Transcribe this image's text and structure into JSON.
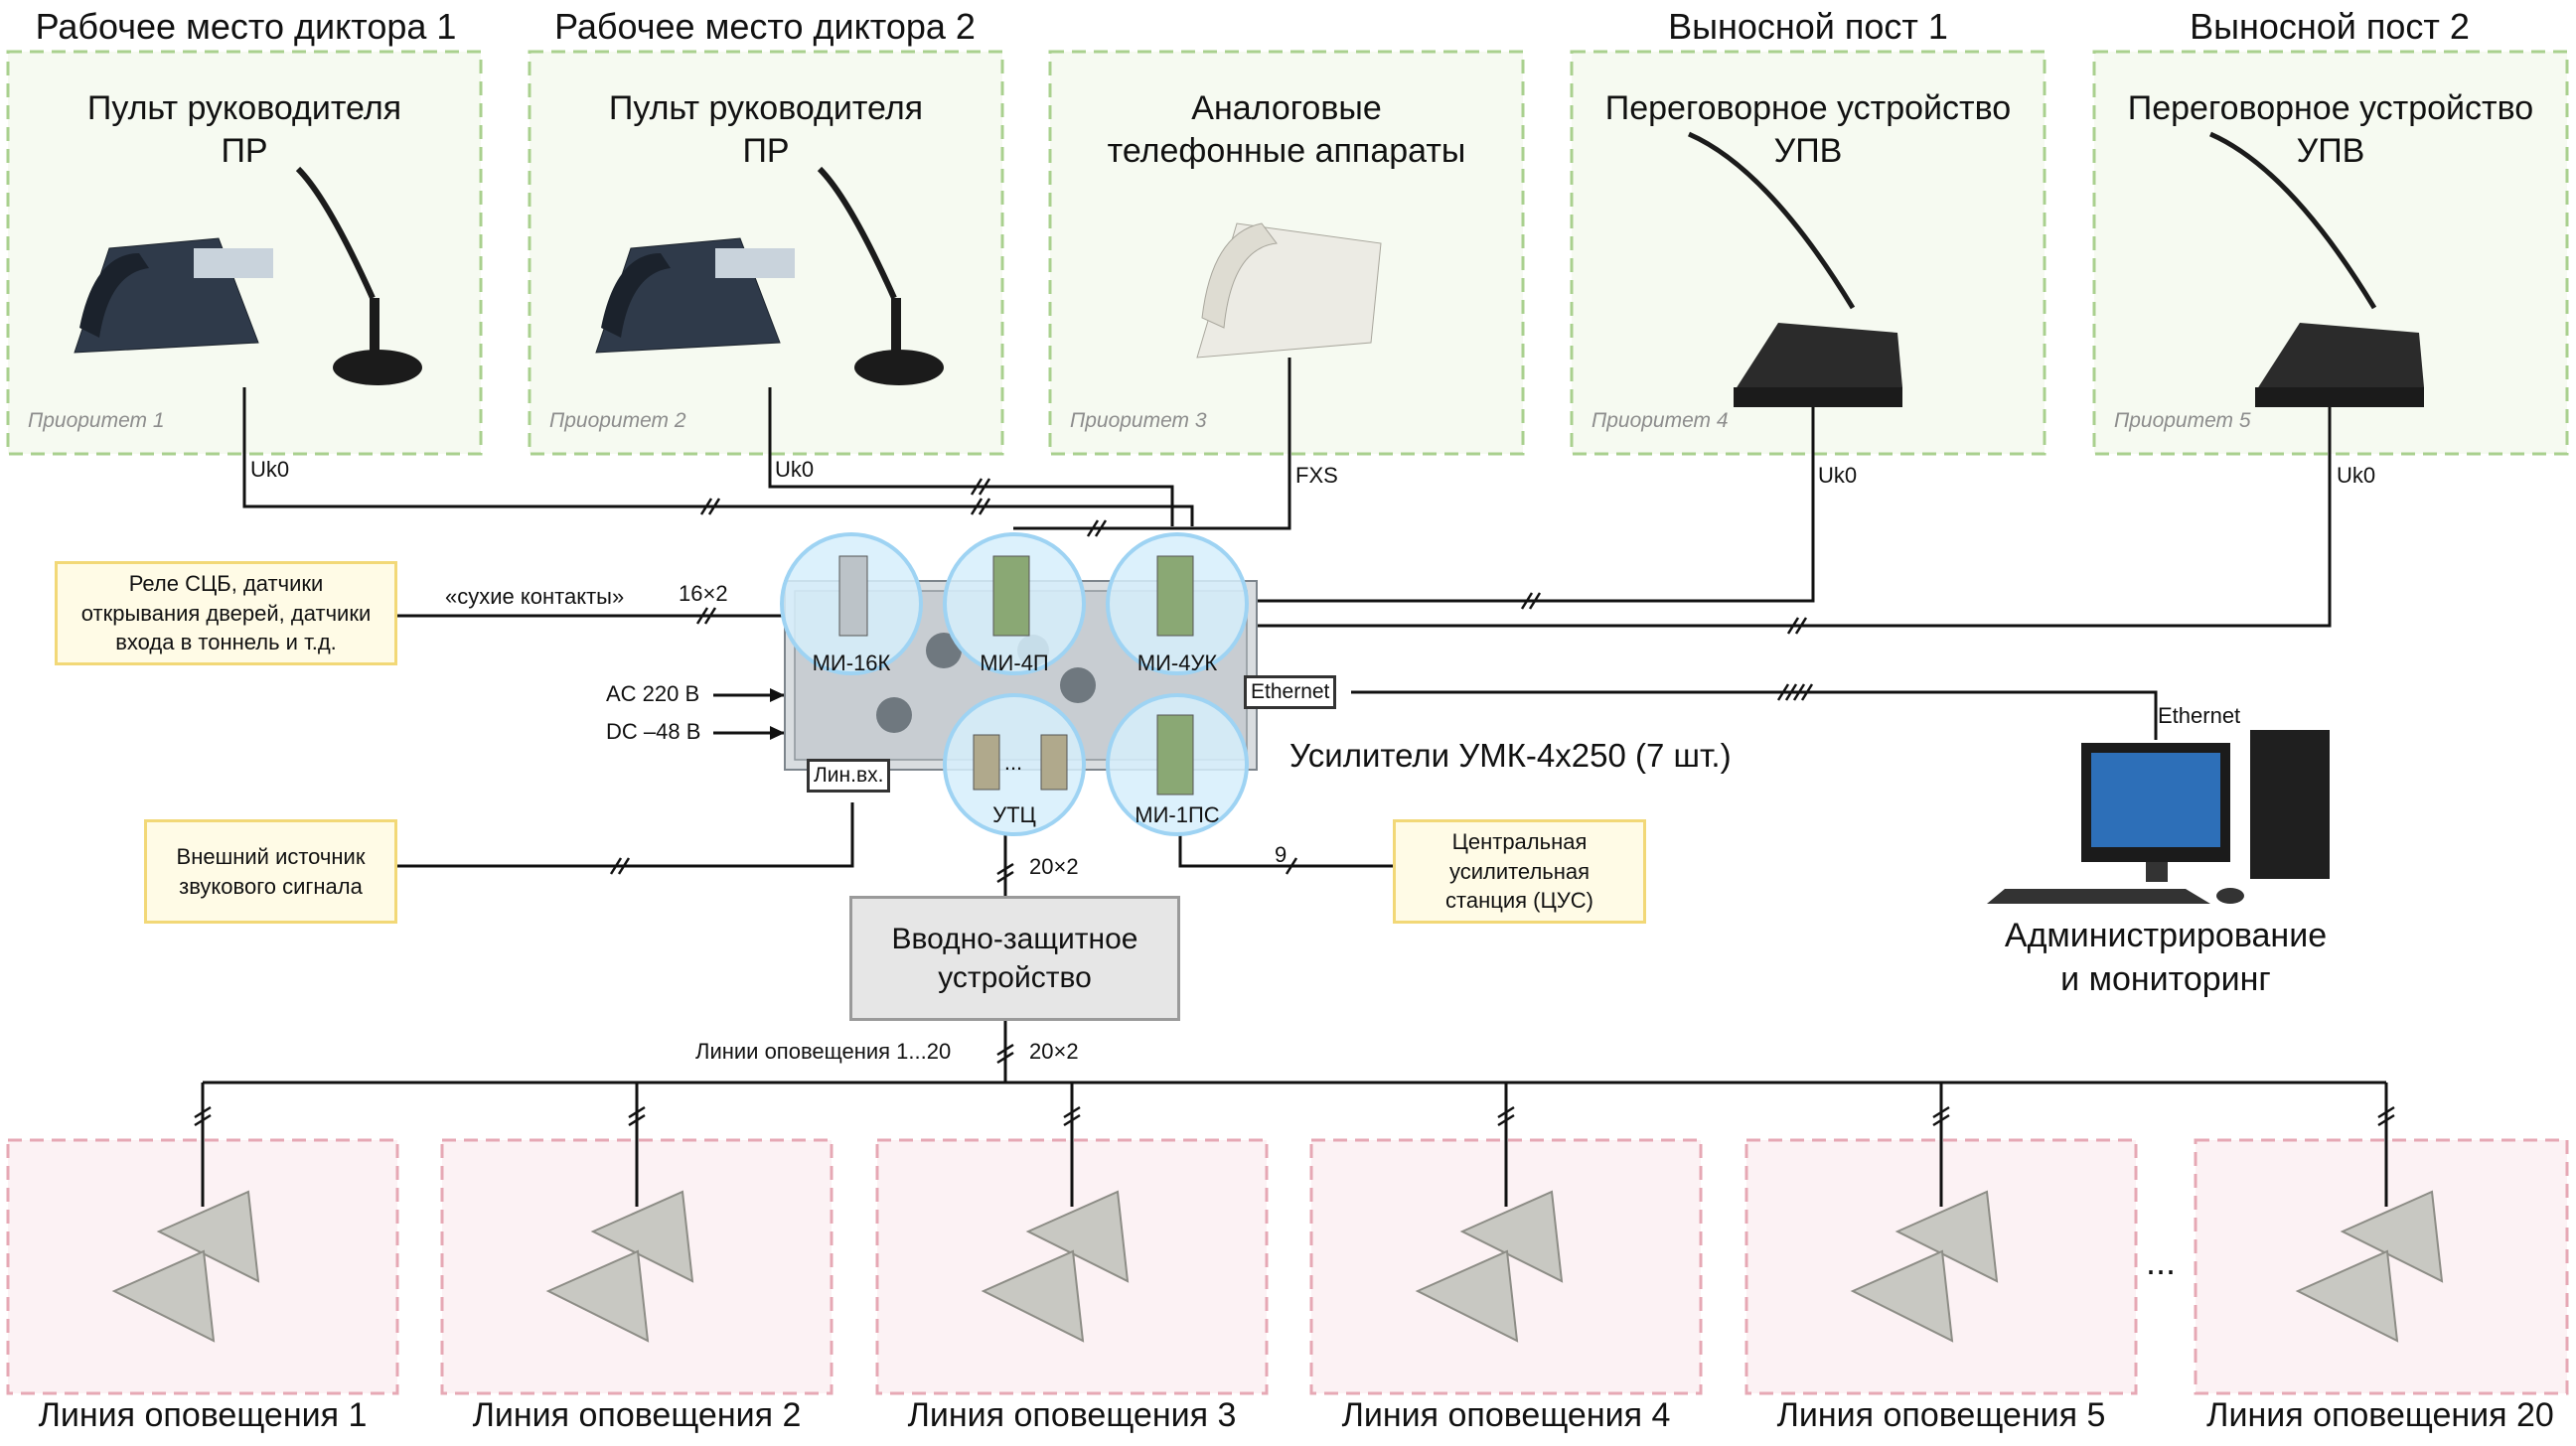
{
  "zones": {
    "top": [
      {
        "header": "Рабочее место диктора 1",
        "device": "Пульт руководителя ПР",
        "device_l1": "Пульт руководителя",
        "device_l2": "ПР",
        "priority": "Приоритет 1",
        "link": "Uk0"
      },
      {
        "header": "Рабочее место диктора 2",
        "device": "Пульт руководителя ПР",
        "device_l1": "Пульт руководителя",
        "device_l2": "ПР",
        "priority": "Приоритет 2",
        "link": "Uk0"
      },
      {
        "header": "",
        "device_l1": "Аналоговые",
        "device_l2": "телефонные аппараты",
        "priority": "Приоритет 3",
        "link": "FXS"
      },
      {
        "header": "Выносной пост 1",
        "device_l1": "Переговорное устройство",
        "device_l2": "УПВ",
        "priority": "Приоритет 4",
        "link": "Uk0"
      },
      {
        "header": "Выносной пост 2",
        "device_l1": "Переговорное устройство",
        "device_l2": "УПВ",
        "priority": "Приоритет 5",
        "link": "Uk0"
      }
    ],
    "lines": [
      {
        "label": "Линия оповещения 1"
      },
      {
        "label": "Линия оповещения 2"
      },
      {
        "label": "Линия оповещения 3"
      },
      {
        "label": "Линия оповещения 4"
      },
      {
        "label": "Линия оповещения 5"
      },
      {
        "label": "Линия оповещения 20"
      }
    ],
    "ellipsis": "..."
  },
  "inputs": {
    "relay_l1": "Реле СЦБ, датчики",
    "relay_l2": "открывания дверей, датчики",
    "relay_l3": "входа в тоннель и т.д.",
    "dry_contacts": "«сухие контакты»",
    "dry_count": "16×2",
    "ac": "AC 220 В",
    "dc": "DC –48 В",
    "line_in": "Лин.вх.",
    "ext_l1": "Внешний источник",
    "ext_l2": "звукового сигнала",
    "cus_l1": "Центральная",
    "cus_l2": "усилительная",
    "cus_l3": "станция (ЦУС)",
    "cus_count": "9"
  },
  "rack": {
    "modules": [
      "МИ-16К",
      "МИ-4П",
      "МИ-4УК",
      "УТЦ",
      "МИ-1ПС"
    ],
    "utc_dots": "...",
    "ethernet": "Ethernet",
    "amplifiers": "Усилители УМК-4x250 (7 шт.)",
    "to_vzu_count": "20×2"
  },
  "vzu": {
    "l1": "Вводно-защитное",
    "l2": "устройство"
  },
  "bus": {
    "label": "Линии оповещения 1...20",
    "count": "20×2"
  },
  "admin": {
    "ethernet": "Ethernet",
    "l1": "Администрирование",
    "l2": "и мониторинг"
  }
}
